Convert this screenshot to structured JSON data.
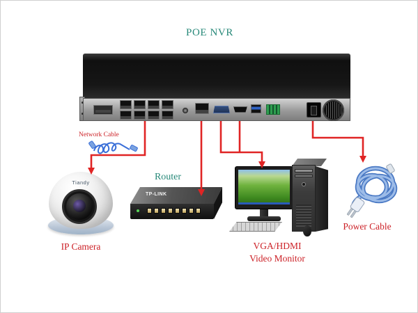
{
  "title": "POE NVR",
  "labels": {
    "network_cable": "Network Cable",
    "router": "Router",
    "ip_camera": "IP Camera",
    "monitor_line1": "VGA/HDMI",
    "monitor_line2": "Video Monitor",
    "power_cable": "Power Cable"
  },
  "devices": {
    "nvr": {
      "name": "POE NVR",
      "poe_ports": 8
    },
    "camera": {
      "brand": "Tiandy"
    },
    "router": {
      "brand": "TP-LINK",
      "ports": 8
    }
  },
  "connections": [
    {
      "from": "NVR PoE ports",
      "to": "IP Camera",
      "via": "Network Cable"
    },
    {
      "from": "NVR LAN port",
      "to": "Router"
    },
    {
      "from": "NVR VGA/HDMI ports",
      "to": "Video Monitor"
    },
    {
      "from": "NVR power inlet",
      "to": "Power Cable"
    }
  ],
  "colors": {
    "title_teal": "#268878",
    "label_red": "#cc2127",
    "arrow_red": "#e02424",
    "cable_blue": "#3a6fd8",
    "power_coil_blue": "#9dbce8"
  }
}
